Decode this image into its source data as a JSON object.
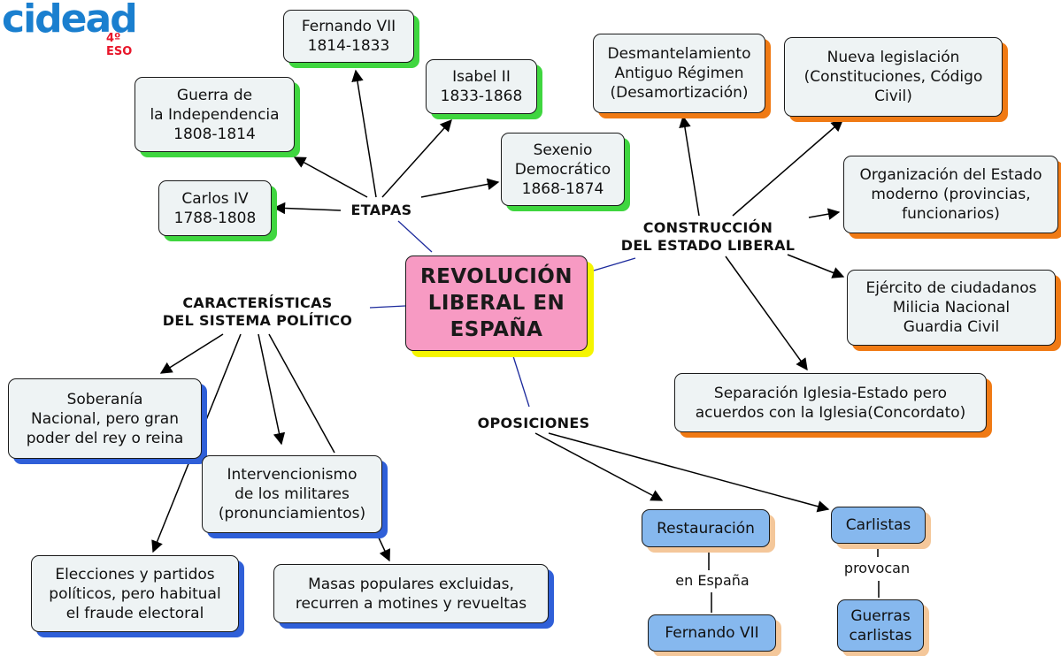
{
  "logo": {
    "text": "cidead",
    "badge": "4º ESO"
  },
  "center": {
    "text": "REVOLUCIÓN\nLIBERAL EN\nESPAÑA"
  },
  "hubs": {
    "etapas": "ETAPAS",
    "caracteristicas": "CARACTERÍSTICAS\nDEL SISTEMA POLÍTICO",
    "construccion": "CONSTRUCCIÓN\nDEL ESTADO LIBERAL",
    "oposiciones": "OPOSICIONES"
  },
  "etapas": {
    "carlos": "Carlos IV\n1788-1808",
    "guerra": "Guerra de\nla Independencia\n1808-1814",
    "fernando": "Fernando VII\n1814-1833",
    "isabel": "Isabel II\n1833-1868",
    "sexenio": "Sexenio\nDemocrático\n1868-1874"
  },
  "construccion": {
    "desmantelamiento": "Desmantelamiento\nAntiguo Régimen\n(Desamortización)",
    "legislacion": "Nueva legislación\n(Constituciones, Código\nCivil)",
    "organizacion": "Organización del Estado\nmoderno (provincias,\nfuncionarios)",
    "ejercito": "Ejército de ciudadanos\nMilicia Nacional\nGuardia Civil",
    "separacion": "Separación Iglesia-Estado pero\nacuerdos con la Iglesia(Concordato)"
  },
  "caracteristicas": {
    "soberania": "Soberanía\nNacional, pero gran\npoder del rey o reina",
    "intervencionismo": "Intervencionismo\nde los militares\n(pronunciamientos)",
    "elecciones": "Elecciones y partidos\npolíticos, pero habitual\nel fraude electoral",
    "masas": "Masas populares excluidas,\nrecurren a motines y revueltas"
  },
  "oposiciones": {
    "restauracion": "Restauración",
    "en_espana": "en España",
    "fernando": "Fernando VII",
    "carlistas": "Carlistas",
    "provocan": "provocan",
    "guerras": "Guerras\ncarlistas"
  },
  "colors": {
    "center_fill": "#f79ac3",
    "center_shadow": "#f5f500",
    "etapas_shadow": "#3fd63f",
    "construccion_shadow": "#f07a14",
    "caracteristicas_shadow": "#2f5fd8",
    "oposiciones_fill": "#86b8ee",
    "connector_center": "#1c2a9c"
  }
}
